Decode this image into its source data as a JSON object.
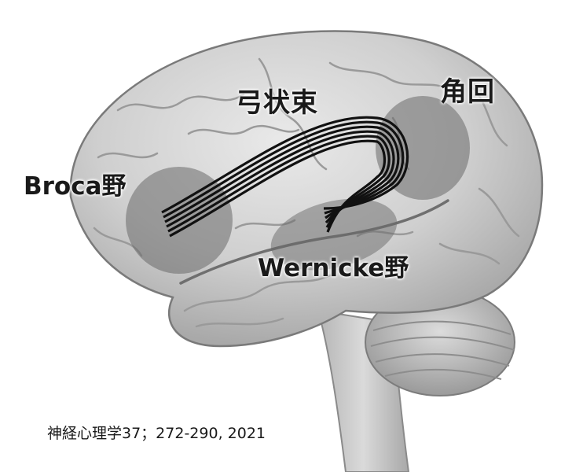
{
  "figure": {
    "labels": {
      "arcuate_fasciculus": "弓状束",
      "angular_gyrus": "角回",
      "broca_area": "Broca野",
      "wernicke_area": "Wernicke野"
    },
    "citation": "神経心理学37；272-290, 2021"
  },
  "colors": {
    "background": "#ffffff",
    "brain_fill": "#c8c8c8",
    "region_overlay": "#7a7a7a",
    "fiber_bundle": "#111111",
    "label_text": "#1a1a1a"
  }
}
